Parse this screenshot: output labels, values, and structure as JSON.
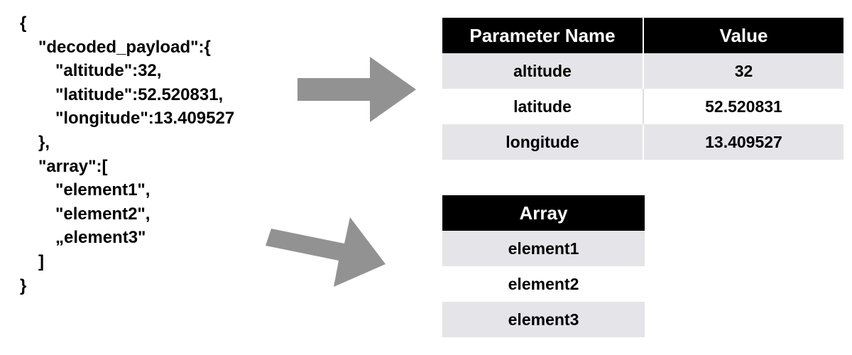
{
  "code": {
    "lines": [
      {
        "text": "{",
        "indent": 0
      },
      {
        "text": "\"decoded_payload\":{",
        "indent": 1
      },
      {
        "text": "\"altitude\":32,",
        "indent": 2
      },
      {
        "text": "\"latitude\":52.520831,",
        "indent": 2
      },
      {
        "text": "\"longitude\":13.409527",
        "indent": 2
      },
      {
        "text": "},",
        "indent": 1
      },
      {
        "text": "\"array\":[",
        "indent": 1
      },
      {
        "text": "\"element1\",",
        "indent": 2
      },
      {
        "text": "\"element2\",",
        "indent": 2
      },
      {
        "text": "„element3\"",
        "indent": 2
      },
      {
        "text": "]",
        "indent": 1
      },
      {
        "text": "}",
        "indent": 0
      }
    ]
  },
  "arrows": {
    "color": "#929292"
  },
  "param_table": {
    "headers": [
      "Parameter Name",
      "Value"
    ],
    "rows": [
      [
        "altitude",
        "32"
      ],
      [
        "latitude",
        "52.520831"
      ],
      [
        "longitude",
        "13.409527"
      ]
    ]
  },
  "array_table": {
    "headers": [
      "Array"
    ],
    "rows": [
      [
        "element1"
      ],
      [
        "element2"
      ],
      [
        "element3"
      ]
    ]
  }
}
